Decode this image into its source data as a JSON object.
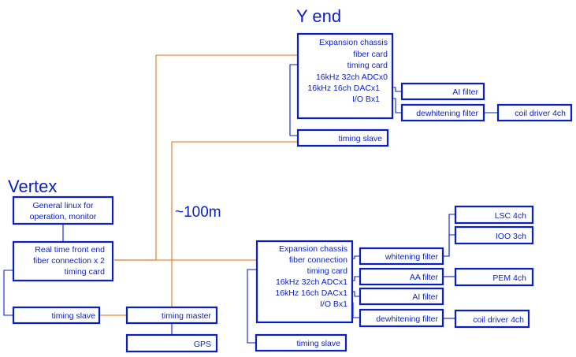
{
  "labels": {
    "y_end": "Y end",
    "vertex": "Vertex",
    "distance": "~100m"
  },
  "vertex": {
    "linux_line1": "General linux for",
    "linux_line2": "operation, monitor",
    "rt_line1": "Real time front end",
    "rt_line2": "fiber connection x 2",
    "rt_line3": "timing card",
    "timing_slave": "timing slave",
    "timing_master": "timing master",
    "gps": "GPS"
  },
  "yend": {
    "chassis_title": "Expansion chassis",
    "fiber_card": "fiber card",
    "timing_card": "timing card",
    "adc": "16kHz 32ch ADCx0",
    "dac": "16kHz 16ch DACx1",
    "io": "I/O Bx1",
    "ai_filter": "AI filter",
    "dewhitening_filter": "dewhitening filter",
    "coil_driver": "coil driver 4ch",
    "timing_slave": "timing slave"
  },
  "xend": {
    "chassis_title": "Expansion chassis",
    "fiber_connection": "fiber connection",
    "timing_card": "timing card",
    "adc": "16kHz 32ch ADCx1",
    "dac": "16kHz 16ch DACx1",
    "io": "I/O Bx1",
    "whitening_filter": "whitening filter",
    "aa_filter": "AA filter",
    "ai_filter": "AI filter",
    "dewhitening_filter": "dewhitening filter",
    "lsc": "LSC 4ch",
    "ioo": "IOO 3ch",
    "pem": "PEM 4ch",
    "coil_driver": "coil driver 4ch",
    "timing_slave": "timing slave"
  },
  "colors": {
    "wire": "#0a1fc8",
    "fiber": "#e98a3a",
    "background": "#ffffff"
  }
}
